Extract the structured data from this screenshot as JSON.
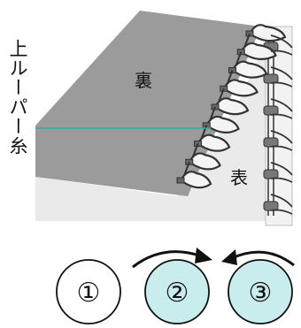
{
  "label_thread": "上ルーパー糸",
  "label_back": "裏",
  "label_front": "表",
  "steps": [
    {
      "num": "①",
      "active": false
    },
    {
      "num": "②",
      "active": true
    },
    {
      "num": "③",
      "active": true
    }
  ],
  "colors": {
    "back_fabric": "#9b9b9b",
    "front_fabric": "#eaeaea",
    "leader_line": "#2fb0a3",
    "active_fill": "#c9ecec",
    "thread_outline": "#333333",
    "thread_fill": "#f4f4f4"
  }
}
